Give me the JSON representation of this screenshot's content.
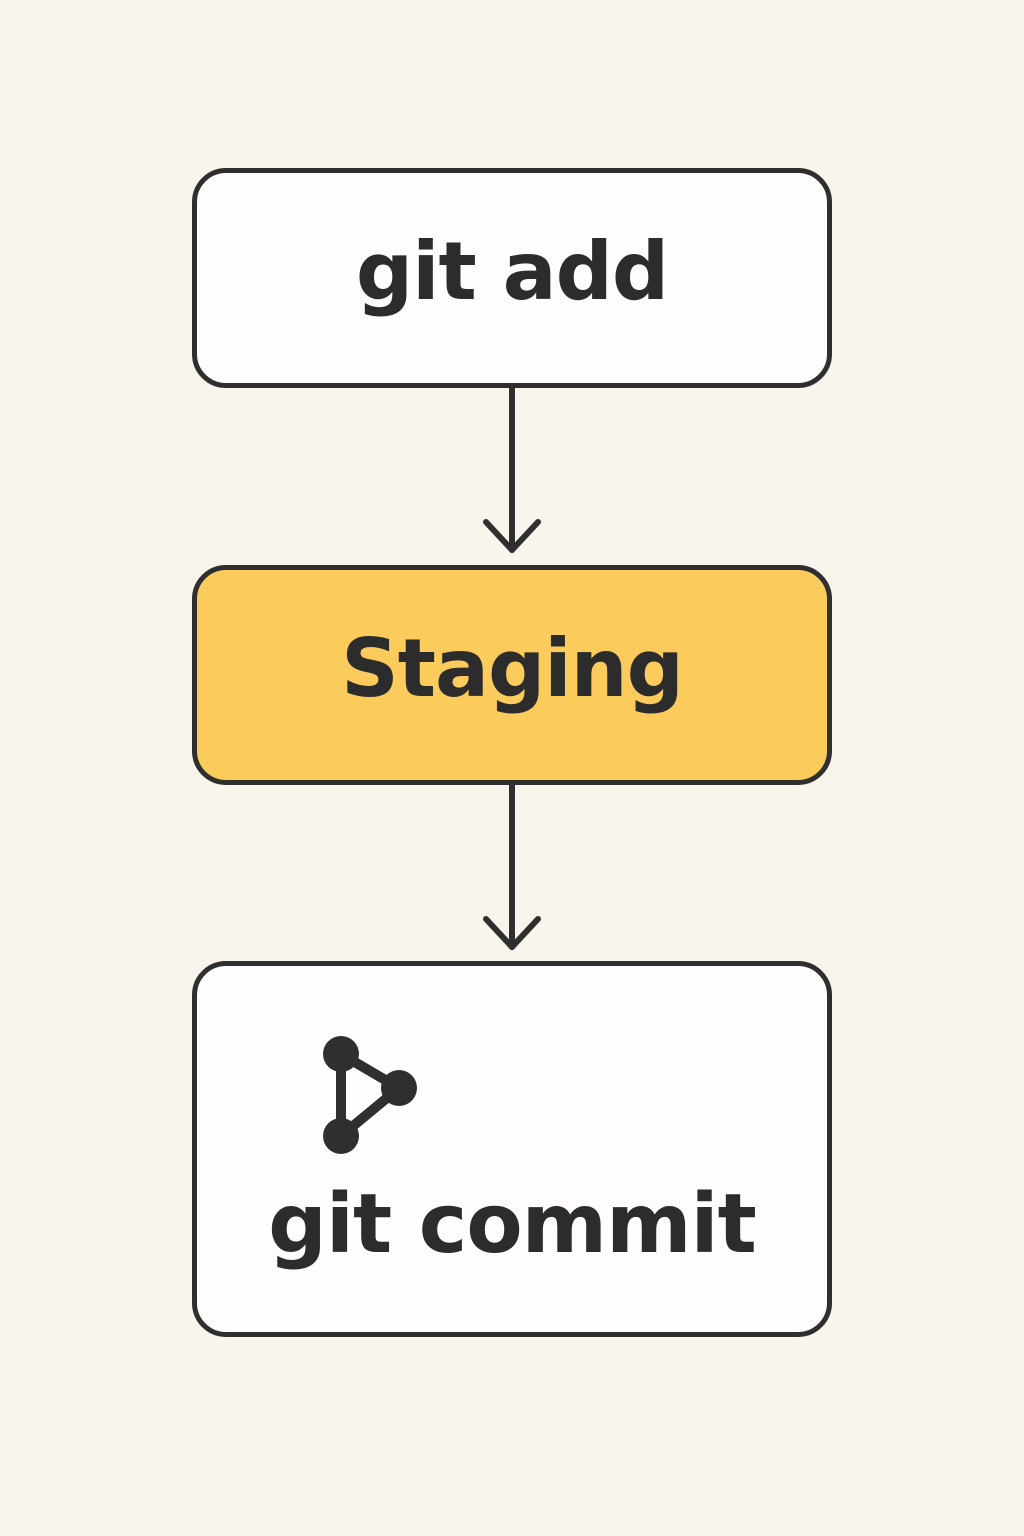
{
  "diagram": {
    "nodes": [
      {
        "id": "add",
        "label": "git add"
      },
      {
        "id": "staging",
        "label": "Staging"
      },
      {
        "id": "commit",
        "label": "git commit",
        "icon": "commit-graph-icon"
      }
    ],
    "edges": [
      {
        "from": "add",
        "to": "staging"
      },
      {
        "from": "staging",
        "to": "commit"
      }
    ]
  },
  "colors": {
    "background": "#f9f4ec",
    "box_fill": "#fefdfb",
    "staging_fill": "#fbcb5c",
    "stroke": "#2f2f2f",
    "text": "#2c2c2c"
  }
}
